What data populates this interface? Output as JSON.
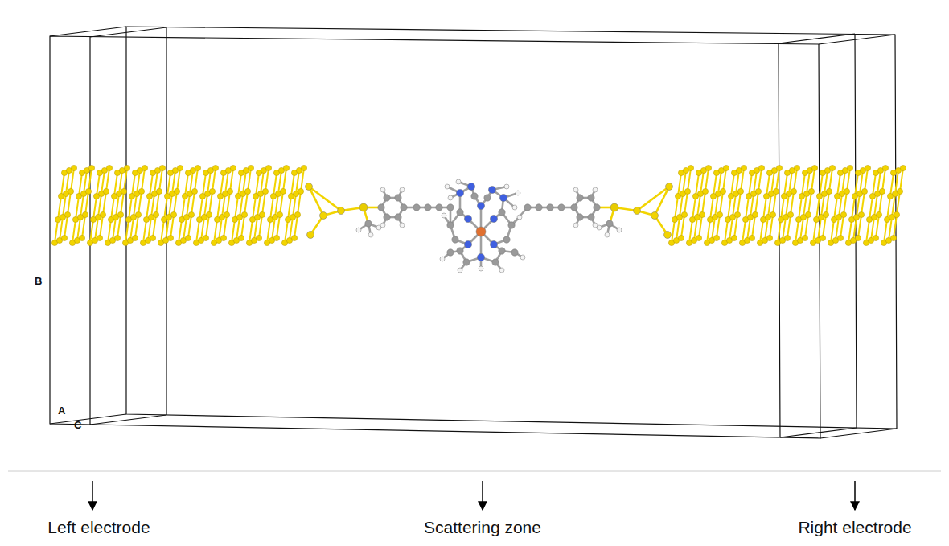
{
  "diagram": {
    "labels": [
      "B",
      "A",
      "C",
      "Left electrode",
      "Scattering zone",
      "Right electrode"
    ]
  }
}
